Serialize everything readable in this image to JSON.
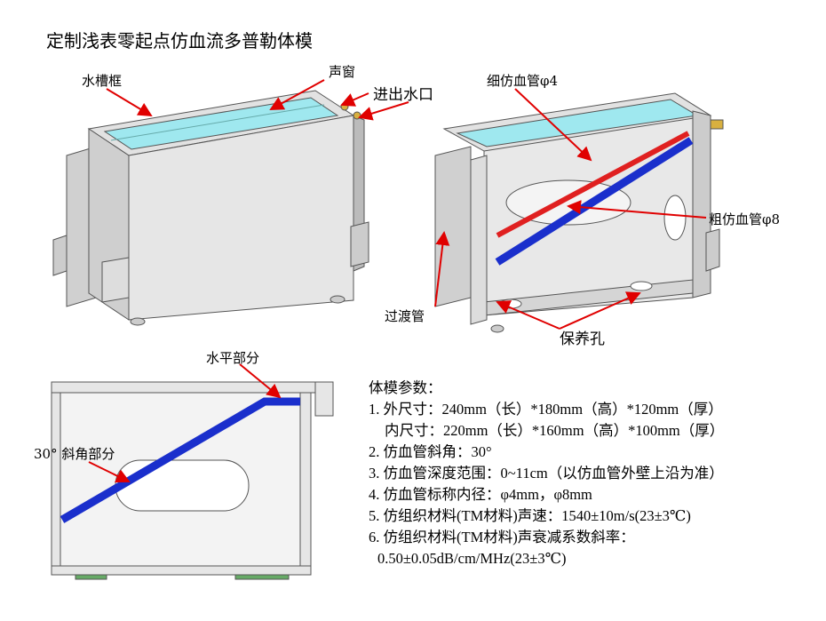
{
  "title": "定制浅表零起点仿血流多普勒体模",
  "labels": {
    "tank_frame": "水槽框",
    "acoustic_window": "声窗",
    "water_port": "进出水口",
    "thin_vessel": "细仿血管φ4",
    "thick_vessel": "粗仿血管φ8",
    "transition_tube": "过渡管",
    "maintenance_hole": "保养孔",
    "horizontal_part": "水平部分",
    "oblique_part": "30° 斜角部分"
  },
  "params": {
    "heading": "体模参数：",
    "items": [
      "1. 外尺寸：240mm（长）*180mm（高）*120mm（厚）",
      "内尺寸：220mm（长）*160mm（高）*100mm（厚）",
      "2. 仿血管斜角：30°",
      "3. 仿血管深度范围：0~11cm（以仿血管外壁上沿为准）",
      "4. 仿血管标称内径：φ4mm，φ8mm",
      "5. 仿组织材料(TM材料)声速：1540±10m/s(23±3℃)",
      "6. 仿组织材料(TM材料)声衰减系数斜率：",
      "0.50±0.05dB/cm/MHz(23±3℃)"
    ]
  },
  "colors": {
    "frame": "#d9d9d9",
    "water": "#9fe8ef",
    "red_vessel": "#e02020",
    "blue_vessel": "#1a2fcc",
    "arrow": "#e00000"
  }
}
